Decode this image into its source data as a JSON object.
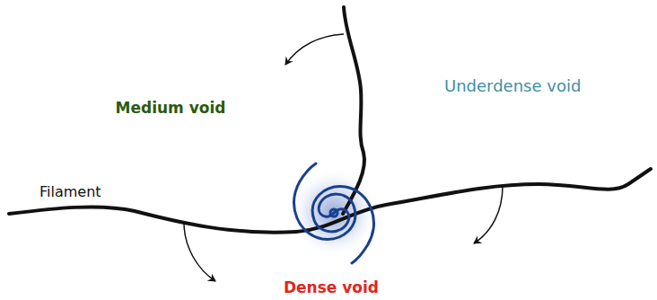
{
  "diagram": {
    "labels": [
      "Filament",
      "Medium void",
      "Underdense void",
      "Dense void"
    ]
  }
}
